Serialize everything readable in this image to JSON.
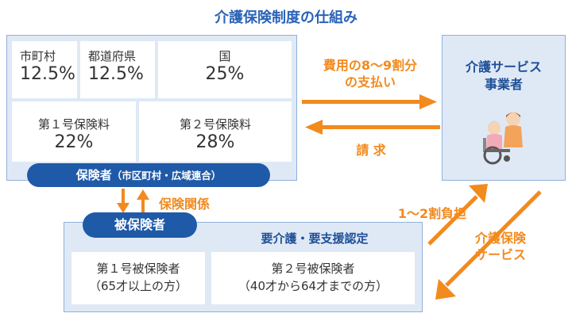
{
  "title": "介護保険制度の仕組み",
  "funding": {
    "municipality": {
      "label": "市町村",
      "value": "12.5%"
    },
    "prefecture": {
      "label": "都道府県",
      "value": "12.5%"
    },
    "nation": {
      "label": "国",
      "value": "25%"
    },
    "premium1": {
      "label": "第１号保険料",
      "value": "22%"
    },
    "premium2": {
      "label": "第２号保険料",
      "value": "28%"
    }
  },
  "insurer": {
    "label": "保険者",
    "detail": "（市区町村・広域連合）"
  },
  "provider": {
    "line1": "介護サービス",
    "line2": "事業者",
    "illustration_icon": "caregiver-wheelchair-icon"
  },
  "flows": {
    "payment_line1": "費用の8〜9割分",
    "payment_line2": "の支払い",
    "claim": "請 求",
    "insurance_relation": "保険関係",
    "copay": "1〜2割負担",
    "service_line1": "介護保険",
    "service_line2": "サービス"
  },
  "insured": {
    "label": "被保険者",
    "certification": "要介護・要支援認定",
    "type1": {
      "line1": "第１号被保険者",
      "line2": "（65才以上の方）"
    },
    "type2": {
      "line1": "第２号被保険者",
      "line2": "（40才から64才までの方）"
    }
  },
  "colors": {
    "accent_blue": "#1f5aa8",
    "title_blue": "#2a63b8",
    "panel_blue": "#dfe9f6",
    "arrow_orange": "#f28a1e"
  }
}
